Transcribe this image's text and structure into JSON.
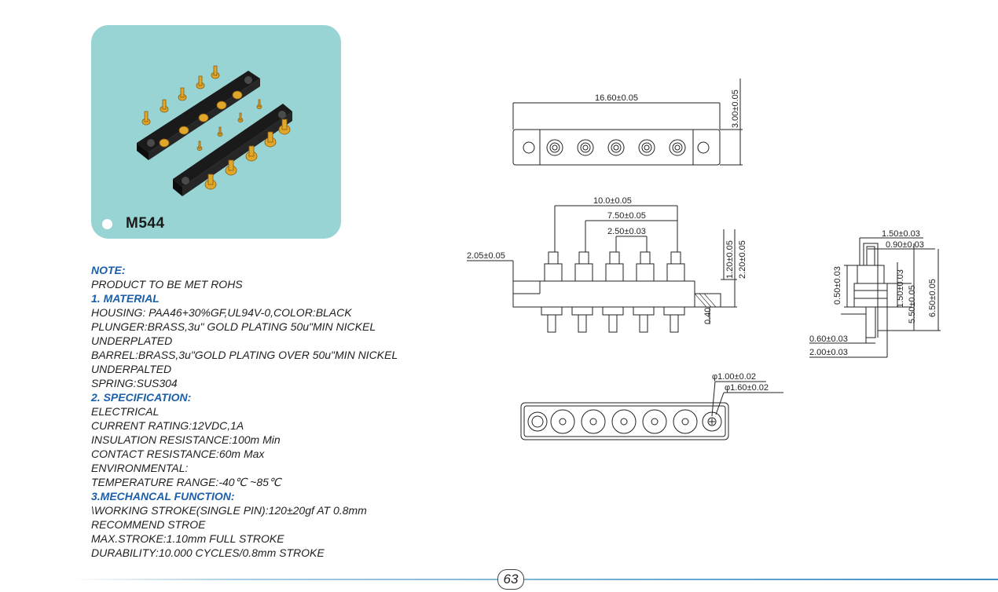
{
  "product": {
    "model": "M544",
    "photo_icon": "pogo-pin-connector-photo",
    "card_color": "#99d4d4"
  },
  "notes": [
    {
      "text": "NOTE:",
      "heading": true
    },
    {
      "text": "PRODUCT TO BE MET ROHS",
      "heading": false
    },
    {
      "text": "1. MATERIAL",
      "heading": true
    },
    {
      "text": "HOUSING: PAA46+30%GF,UL94V-0,COLOR:BLACK",
      "heading": false
    },
    {
      "text": "PLUNGER:BRASS,3u\" GOLD PLATING 50u\"MIN NICKEL",
      "heading": false
    },
    {
      "text": "UNDERPLATED",
      "heading": false
    },
    {
      "text": "BARREL:BRASS,3u\"GOLD PLATING OVER 50u\"MIN NICKEL",
      "heading": false
    },
    {
      "text": "UNDERPALTED",
      "heading": false
    },
    {
      "text": "SPRING:SUS304",
      "heading": false
    },
    {
      "text": "2. SPECIFICATION:",
      "heading": true
    },
    {
      "text": "ELECTRICAL",
      "heading": false
    },
    {
      "text": "CURRENT RATING:12VDC,1A",
      "heading": false
    },
    {
      "text": "INSULATION RESISTANCE:100m Min",
      "heading": false
    },
    {
      "text": "CONTACT RESISTANCE:60m Max",
      "heading": false
    },
    {
      "text": "ENVIRONMENTAL:",
      "heading": false
    },
    {
      "text": "TEMPERATURE RANGE:-40℃ ~85℃",
      "heading": false
    },
    {
      "text": "3.MECHANCAL FUNCTION:",
      "heading": true
    },
    {
      "text": "\\WORKING STROKE(SINGLE PIN):120±20gf AT 0.8mm",
      "heading": false
    },
    {
      "text": "RECOMMEND STROE",
      "heading": false
    },
    {
      "text": "MAX.STROKE:1.10mm FULL STROKE",
      "heading": false
    },
    {
      "text": "DURABILITY:10.000 CYCLES/0.8mm STROKE",
      "heading": false
    }
  ],
  "dimensions": {
    "top_length": "16.60±0.05",
    "top_height": "3.00±0.05",
    "pitch_outer": "10.0±0.05",
    "pitch_mid": "7.50±0.05",
    "pitch_inner": "2.50±0.03",
    "left_offset": "2.05±0.05",
    "height_a": "1.20±0.05",
    "height_b": "2.20±0.05",
    "bottom_gap": "0.40",
    "side_w1": "1.50±0.03",
    "side_w2": "0.90±0.03",
    "side_h1": "0.50±0.03",
    "side_h2": "1.50±0.03",
    "side_h3": "5.50±0.05",
    "side_h4": "6.50±0.05",
    "side_w3": "0.60±0.03",
    "side_w4": "2.00±0.03",
    "hole_d1": "φ1.00±0.02",
    "hole_d2": "φ1.60±0.02"
  },
  "footer": {
    "page_number": "63",
    "line_color": "#3b8fc2"
  }
}
